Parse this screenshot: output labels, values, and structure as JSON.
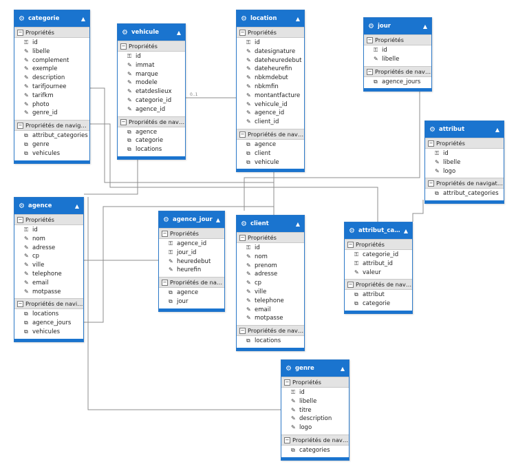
{
  "entities": {
    "categorie": {
      "title": "categorie",
      "props_label": "Propriétés",
      "props": [
        "id",
        "libelle",
        "complement",
        "exemple",
        "description",
        "tarifjournee",
        "tarifkm",
        "photo",
        "genre_id"
      ],
      "nav_label": "Propriétés de navigati...",
      "nav": [
        "attribut_categories",
        "genre",
        "vehicules"
      ]
    },
    "vehicule": {
      "title": "vehicule",
      "props_label": "Propriétés",
      "props": [
        "id",
        "immat",
        "marque",
        "modele",
        "etatdeslieux",
        "categorie_id",
        "agence_id"
      ],
      "nav_label": "Propriétés de navig...",
      "nav": [
        "agence",
        "categorie",
        "locations"
      ]
    },
    "location": {
      "title": "location",
      "props_label": "Propriétés",
      "props": [
        "id",
        "datesignature",
        "dateheuredebut",
        "dateheurefin",
        "nbkmdebut",
        "nbkmfin",
        "montantfacture",
        "vehicule_id",
        "agence_id",
        "client_id"
      ],
      "nav_label": "Propriétés de navig...",
      "nav": [
        "agence",
        "client",
        "vehicule"
      ]
    },
    "jour": {
      "title": "jour",
      "props_label": "Propriétés",
      "props": [
        "id",
        "libelle"
      ],
      "nav_label": "Propriétés de navig...",
      "nav": [
        "agence_jours"
      ]
    },
    "attribut": {
      "title": "attribut",
      "props_label": "Propriétés",
      "props": [
        "id",
        "libelle",
        "logo"
      ],
      "nav_label": "Propriétés de navigation",
      "nav": [
        "attribut_categories"
      ]
    },
    "agence": {
      "title": "agence",
      "props_label": "Propriétés",
      "props": [
        "id",
        "nom",
        "adresse",
        "cp",
        "ville",
        "telephone",
        "email",
        "motpasse"
      ],
      "nav_label": "Propriétés de navig...",
      "nav": [
        "locations",
        "agence_jours",
        "vehicules"
      ]
    },
    "agence_jour": {
      "title": "agence_jour",
      "props_label": "Propriétés",
      "props": [
        "agence_id",
        "jour_id",
        "heuredebut",
        "heurefin"
      ],
      "nav_label": "Propriétés de navig...",
      "nav": [
        "agence",
        "jour"
      ]
    },
    "client": {
      "title": "client",
      "props_label": "Propriétés",
      "props": [
        "id",
        "nom",
        "prenom",
        "adresse",
        "cp",
        "ville",
        "telephone",
        "email",
        "motpasse"
      ],
      "nav_label": "Propriétés de navig...",
      "nav": [
        "locations"
      ]
    },
    "attribut_categorie": {
      "title": "attribut_categ...",
      "props_label": "Propriétés",
      "props": [
        "categorie_id",
        "attribut_id",
        "valeur"
      ],
      "nav_label": "Propriétés de navig...",
      "nav": [
        "attribut",
        "categorie"
      ]
    },
    "genre": {
      "title": "genre",
      "props_label": "Propriétés",
      "props": [
        "id",
        "libelle",
        "titre",
        "description",
        "logo"
      ],
      "nav_label": "Propriétés de navig...",
      "nav": [
        "categories"
      ]
    }
  },
  "key_props": {
    "categorie": [
      "id"
    ],
    "vehicule": [
      "id"
    ],
    "location": [
      "id"
    ],
    "jour": [
      "id"
    ],
    "attribut": [
      "id"
    ],
    "agence": [
      "id"
    ],
    "agence_jour": [
      "agence_id",
      "jour_id"
    ],
    "client": [
      "id"
    ],
    "attribut_categorie": [
      "categorie_id",
      "attribut_id"
    ],
    "genre": [
      "id"
    ]
  },
  "multiplicity_labels": {
    "vehicule_categorie": "0..1"
  },
  "icons": {
    "entity": "entity-icon",
    "property": "wrench-icon",
    "key": "key-icon",
    "navigation": "navigation-icon",
    "collapse": "collapse-chevron-icon"
  },
  "colors": {
    "header": "#1a74cf",
    "section": "#e3e3e3",
    "connector": "#8c8c8c"
  }
}
